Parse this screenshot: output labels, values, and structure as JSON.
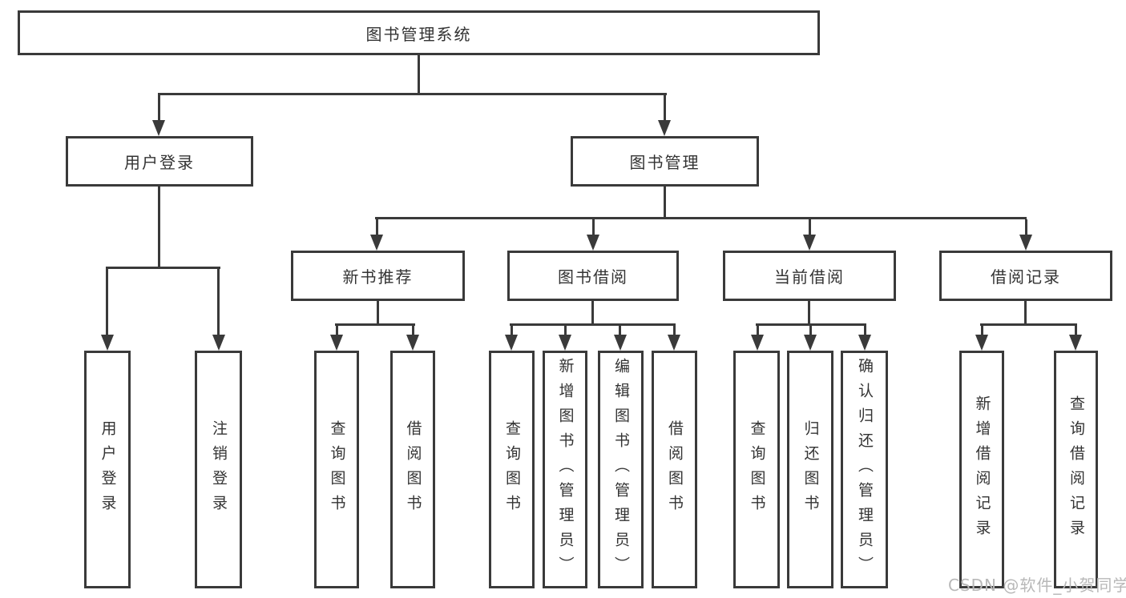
{
  "diagram": {
    "root": "图书管理系统",
    "level2": [
      "用户登录",
      "图书管理"
    ],
    "level3": [
      "新书推荐",
      "图书借阅",
      "当前借阅",
      "借阅记录"
    ],
    "leaves": [
      "用户登录",
      "注销登录",
      "查询图书",
      "借阅图书",
      "查询图书",
      "新增图书（管理员）",
      "编辑图书（管理员）",
      "借阅图书",
      "查询图书",
      "归还图书",
      "确认归还（管理员）",
      "新增借阅记录",
      "查询借阅记录"
    ]
  },
  "watermark": "CSDN @软件_小贺同学",
  "colors": {
    "line": "#3a3a3a",
    "text": "#333333",
    "watermark": "#b8b8b8",
    "background": "#ffffff"
  }
}
